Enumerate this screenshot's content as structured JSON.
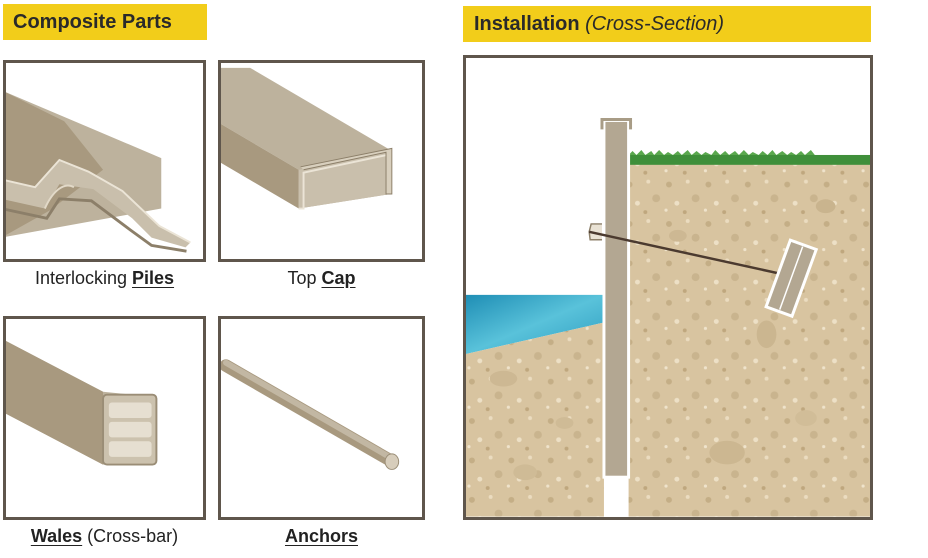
{
  "left_title": "Composite Parts",
  "right_title": {
    "main": "Installation",
    "sub": "(Cross-Section)"
  },
  "parts": [
    {
      "prefix": "Interlocking ",
      "bold": "Piles",
      "suffix": ""
    },
    {
      "prefix": "Top ",
      "bold": "Cap",
      "suffix": ""
    },
    {
      "prefix": "",
      "bold": "Wales",
      "suffix": " (Cross-bar)"
    },
    {
      "prefix": "",
      "bold": "Anchors",
      "suffix": ""
    }
  ],
  "colors": {
    "banner": "#f2cd1a",
    "composite": "#b3a792",
    "frame": "#5f564c",
    "soil": "#d8c4a0",
    "water": "#3fa9c8",
    "grass": "#3f8f3a"
  }
}
